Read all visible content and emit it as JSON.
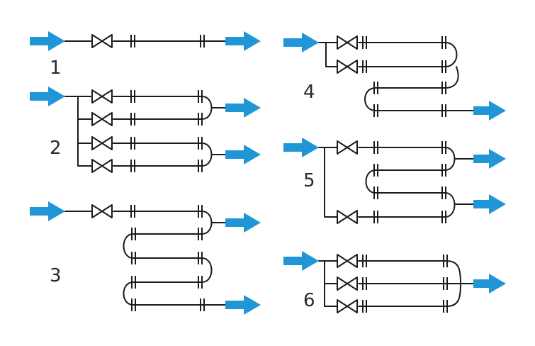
{
  "colors": {
    "flow_arrow": "#2196d6",
    "pipe": "#1b1b1b",
    "background": "#ffffff"
  },
  "schemes": [
    {
      "label": "1"
    },
    {
      "label": "2"
    },
    {
      "label": "3"
    },
    {
      "label": "4"
    },
    {
      "label": "5"
    },
    {
      "label": "6"
    }
  ]
}
